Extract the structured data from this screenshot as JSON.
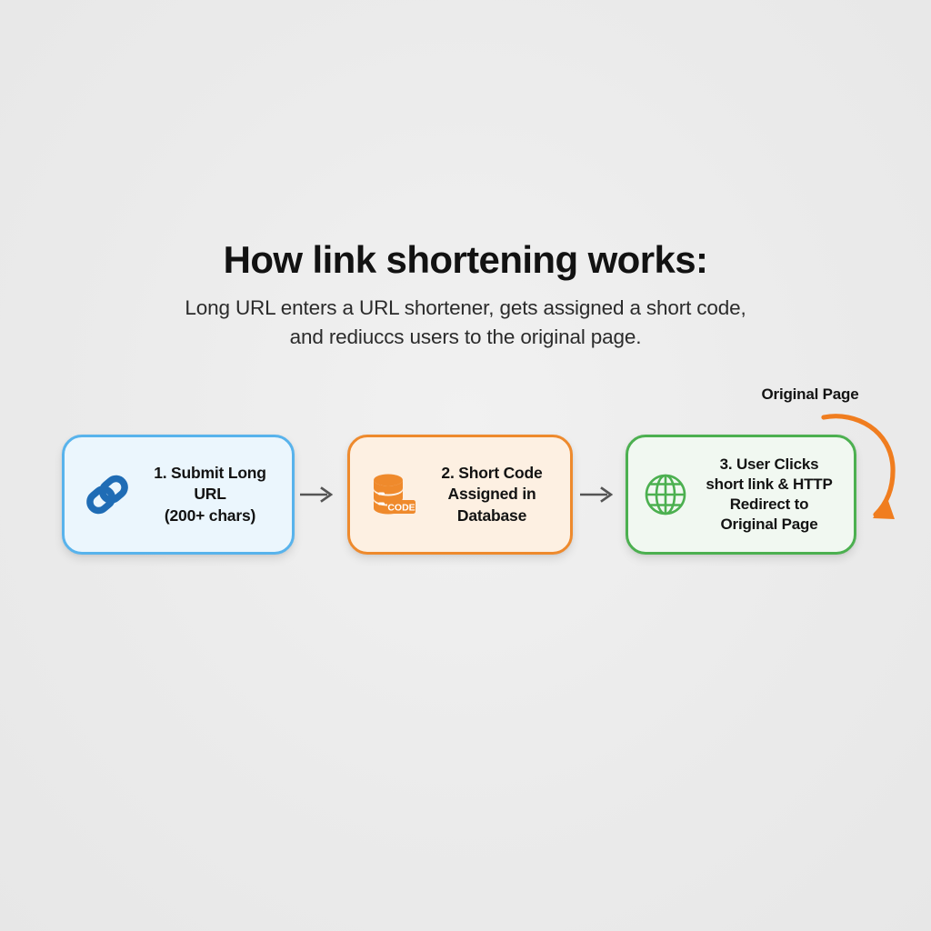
{
  "page": {
    "background_color": "#ececec",
    "title": "How link shortening works:",
    "subtitle": "Long URL enters a URL shortener, gets assigned a short code, and rediuccs users to the original page."
  },
  "flow": {
    "steps": [
      {
        "id": "submit-long-url",
        "label": "1. Submit Long\nURL\n(200+ chars)",
        "icon": "chain-link-icon",
        "fill_color": "#ebf6fd",
        "border_color": "#58b3ec",
        "icon_color": "#1f6cb5"
      },
      {
        "id": "short-code-assigned",
        "label": "2. Short Code\nAssigned in\nDatabase",
        "icon": "database-icon",
        "icon_badge_text": "CODE",
        "fill_color": "#fdf0e2",
        "border_color": "#ee8a2d",
        "icon_color": "#ef8a2c"
      },
      {
        "id": "user-clicks-redirect",
        "label": "3. User Clicks\nshort link & HTTP\nRedirect to\nOriginal Page",
        "icon": "globe-icon",
        "fill_color": "#f1f8f1",
        "border_color": "#4cb050",
        "icon_color": "#4cb050"
      }
    ],
    "connectors": [
      {
        "id": "connector-step1-step2",
        "icon": "arrow-right-icon",
        "color": "#555555"
      },
      {
        "id": "connector-step2-step3",
        "icon": "arrow-right-icon",
        "color": "#555555"
      }
    ]
  },
  "callout": {
    "label": "Original Page",
    "arrow_icon": "curved-arrow-down-icon",
    "arrow_color": "#f07d1f"
  }
}
